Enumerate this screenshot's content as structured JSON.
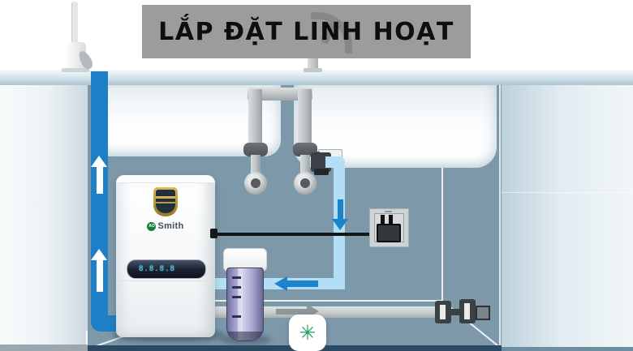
{
  "banner": {
    "title": "LẮP ĐẶT LINH HOẠT"
  },
  "purifier": {
    "logo_circle": "AO",
    "logo_name": "Smith",
    "display_text": "8.8.8.8"
  },
  "icons": {
    "virus": "✳"
  },
  "colors": {
    "banner_bg": "#9c9c9c",
    "banner_text": "#0e0e0e",
    "cabinet_wall": "#7d98a9",
    "inlet_pipe_blue": "#1d7fc6",
    "supply_pipe_light_blue": "#b3dff6",
    "flow_arrow_blue": "#1c82c9",
    "waste_pipe_gray": "#c3c8cb",
    "flow_arrow_gray": "#8d969b",
    "bottom_strip_navy": "#2a4a63",
    "virus_green": "#28a05c",
    "brand_green": "#157f3f"
  }
}
